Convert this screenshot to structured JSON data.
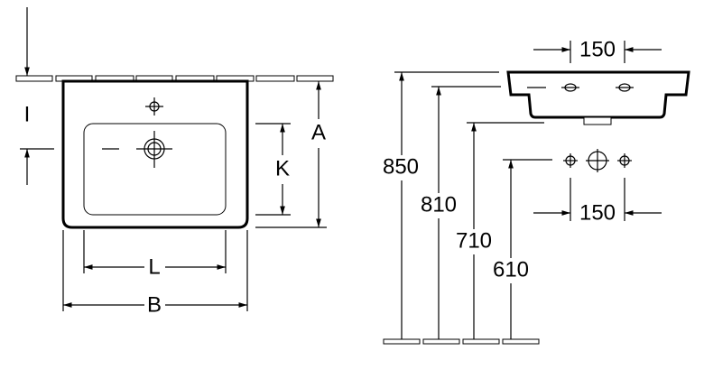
{
  "front_view": {
    "labels": {
      "i": "I",
      "k": "K",
      "a": "A",
      "l": "L",
      "b": "B"
    }
  },
  "side_view": {
    "heights": {
      "h850": "850",
      "h810": "810",
      "h710": "710",
      "h610": "610"
    },
    "tap_spacing_top": "150",
    "tap_spacing_bottom": "150"
  }
}
